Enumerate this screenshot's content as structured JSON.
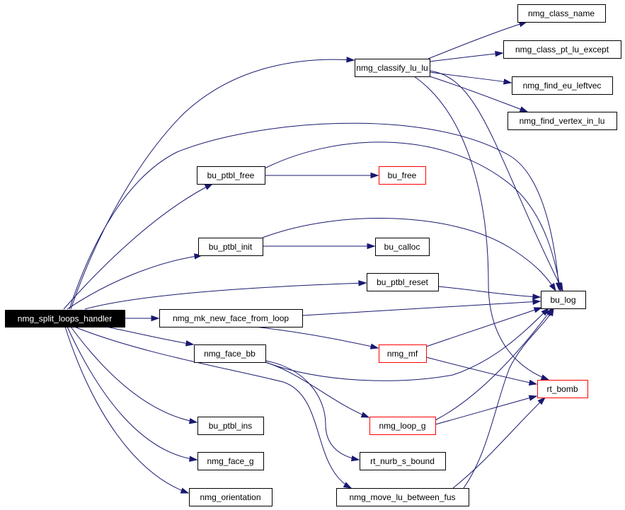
{
  "graph": {
    "colors": {
      "edge": "#191970",
      "node_border": "#000000",
      "truncated_border": "#ff0000",
      "root_fill": "#000000",
      "root_text": "#ffffff"
    },
    "nodes": {
      "root": {
        "label": "nmg_split_loops_handler",
        "style": "root"
      },
      "classify_lu_lu": {
        "label": "nmg_classify_lu_lu",
        "style": "normal"
      },
      "class_name": {
        "label": "nmg_class_name",
        "style": "normal"
      },
      "class_pt_lu_except": {
        "label": "nmg_class_pt_lu_except",
        "style": "normal"
      },
      "find_eu_leftvec": {
        "label": "nmg_find_eu_leftvec",
        "style": "normal"
      },
      "find_vertex_in_lu": {
        "label": "nmg_find_vertex_in_lu",
        "style": "normal"
      },
      "bu_ptbl_free": {
        "label": "bu_ptbl_free",
        "style": "normal"
      },
      "bu_free": {
        "label": "bu_free",
        "style": "truncated"
      },
      "bu_ptbl_init": {
        "label": "bu_ptbl_init",
        "style": "normal"
      },
      "bu_calloc": {
        "label": "bu_calloc",
        "style": "normal"
      },
      "bu_ptbl_reset": {
        "label": "bu_ptbl_reset",
        "style": "normal"
      },
      "bu_log": {
        "label": "bu_log",
        "style": "normal"
      },
      "mk_new_face": {
        "label": "nmg_mk_new_face_from_loop",
        "style": "normal"
      },
      "nmg_mf": {
        "label": "nmg_mf",
        "style": "truncated"
      },
      "face_bb": {
        "label": "nmg_face_bb",
        "style": "normal"
      },
      "rt_bomb": {
        "label": "rt_bomb",
        "style": "truncated"
      },
      "loop_g": {
        "label": "nmg_loop_g",
        "style": "truncated"
      },
      "bu_ptbl_ins": {
        "label": "bu_ptbl_ins",
        "style": "normal"
      },
      "rt_nurb_s_bound": {
        "label": "rt_nurb_s_bound",
        "style": "normal"
      },
      "face_g": {
        "label": "nmg_face_g",
        "style": "normal"
      },
      "move_lu": {
        "label": "nmg_move_lu_between_fus",
        "style": "normal"
      },
      "orientation": {
        "label": "nmg_orientation",
        "style": "normal"
      }
    },
    "edges": [
      [
        "root",
        "classify_lu_lu"
      ],
      [
        "root",
        "bu_log"
      ],
      [
        "root",
        "bu_ptbl_free"
      ],
      [
        "root",
        "bu_ptbl_init"
      ],
      [
        "root",
        "bu_ptbl_reset"
      ],
      [
        "root",
        "mk_new_face"
      ],
      [
        "root",
        "face_bb"
      ],
      [
        "root",
        "bu_ptbl_ins"
      ],
      [
        "root",
        "face_g"
      ],
      [
        "root",
        "move_lu"
      ],
      [
        "root",
        "orientation"
      ],
      [
        "classify_lu_lu",
        "class_name"
      ],
      [
        "classify_lu_lu",
        "class_pt_lu_except"
      ],
      [
        "classify_lu_lu",
        "find_eu_leftvec"
      ],
      [
        "classify_lu_lu",
        "find_vertex_in_lu"
      ],
      [
        "classify_lu_lu",
        "bu_log"
      ],
      [
        "classify_lu_lu",
        "rt_bomb"
      ],
      [
        "bu_ptbl_free",
        "bu_free"
      ],
      [
        "bu_ptbl_free",
        "bu_log"
      ],
      [
        "bu_ptbl_init",
        "bu_calloc"
      ],
      [
        "bu_ptbl_init",
        "bu_log"
      ],
      [
        "bu_ptbl_reset",
        "bu_log"
      ],
      [
        "mk_new_face",
        "bu_log"
      ],
      [
        "mk_new_face",
        "nmg_mf"
      ],
      [
        "nmg_mf",
        "bu_log"
      ],
      [
        "nmg_mf",
        "rt_bomb"
      ],
      [
        "face_bb",
        "bu_log"
      ],
      [
        "face_bb",
        "loop_g"
      ],
      [
        "face_bb",
        "rt_nurb_s_bound"
      ],
      [
        "loop_g",
        "bu_log"
      ],
      [
        "loop_g",
        "rt_bomb"
      ],
      [
        "move_lu",
        "bu_log"
      ],
      [
        "move_lu",
        "rt_bomb"
      ]
    ]
  }
}
